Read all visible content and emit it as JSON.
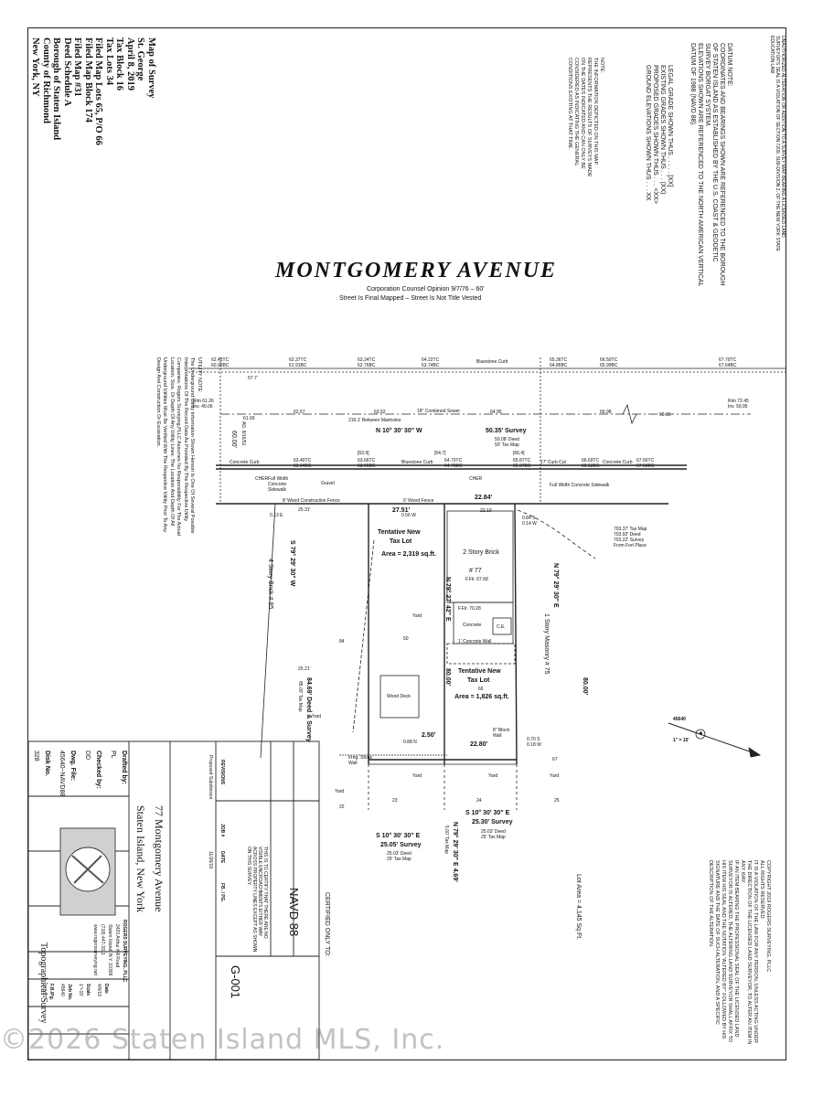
{
  "map_info": [
    "Map of Survey",
    "St. George",
    "April 8, 2019",
    "Tax Block 16",
    "Tax Lots 34",
    "Filed Map Lots 65, P/O 66",
    "Filed Map Block 174",
    "Filed Map #31",
    "Deed Schedule A",
    "Borough of Staten Island",
    "County of Richmond",
    "New York, NY"
  ],
  "notes": {
    "license_note": "UNAUTHORIZED ALTERATION OR ADDITION TO A SURVEY MAP BEARING A LICENSED LAND SURVEYOR'S SEAL IS A VIOLATION OF SECTION 7209, SUB-DIVISION 2, OF THE NEW YORK STATE EDUCATION LAW.",
    "datum_title": "DATUM NOTE:",
    "datum_lines": [
      "COORDINATES AND BEARINGS SHOWN ARE REFERENCED TO THE BOROUGH",
      "OF STATEN ISLAND AS ESTABLISHED BY THE U.S. COAST & GEODETIC",
      "SURVEY BORGAT SYSTEM.",
      "ELEVATIONS SHOWN ARE REFERENCED TO THE NORTH AMERICAN VERTICAL",
      "DATUM OF 1988 (NAVD 88)."
    ],
    "grade_lines": [
      "LEGAL GRADE SHOWN THUS . . . . . [XX]",
      "EXISTING GRADES SHOWN THUS . . . (XX)",
      "PROPOSED GRADES SHOWN THUS . . . <XX>",
      "GROUND ELEVATIONS SHOWN THUS . . . XX"
    ],
    "info_title": "NOTE:",
    "info_lines": [
      "THE INFORMATION DEPICTED ON THIS MAP",
      "REPRESENTS THE RESULTS OF SURVEYS MADE",
      "ON THE DATES INDICATED AND CAN ONLY BE",
      "CONSIDERED AS INDICATING THE GENERAL",
      "CONDITIONS EXISTING AT THAT TIME."
    ],
    "utility_title": "UTILITY NOTE:",
    "utility_lines": [
      "The Underground Utility Information Shown Hereon Is One Of Several Possible",
      "Interpretations Of The Record Data As Provided By The Respective Utility",
      "Companies. Rogers Surveying,PLLC Assumes No Responsibility For The Actual",
      "Location, Size, Or Depth Of Any Utility Lines. The Location And Depth Of All",
      "Underground Utilities Must Be Verified With The Respective Utility Prior To Any",
      "Design And Construction Or Excavation."
    ],
    "copyright_lines": [
      "COPYRIGHT 2019 ROGERS SURVEYING, PLLC",
      "ALL RIGHTS RESERVED",
      "IT IS A VIOLATION OF THE LAW FOR ANY PERSON, UNLESS ACTING UNDER",
      "THE DIRECTION OF THE LICENSED LAND SURVEYOR, TO ALTER AN ITEM IN",
      "ANY WAY.",
      "IF AN ITEM BEARING THE PROFESSIONAL SEAL OF THE LICENSED LAND",
      "SURVEYOR IS ALTERED, THE ALTERING LAND SURVEYOR SHALL AFFIX TO",
      "HIS ITEM HIS SEAL AND THE NOTATION \"ALTERED BY\" FOLLOWED BY HIS",
      "SIGNATURE AND THE DATE OF SUCH ALTERATION, AND A SPECIFIC",
      "DESCRIPTION OF THE ALTERATION."
    ]
  },
  "street": {
    "name": "MONTGOMERY AVENUE",
    "opinion": "Corporation Counsel Opinion 9/7/76 – 60'",
    "status": "Street Is Final Mapped – Street Is Not Title Vested"
  },
  "plan": {
    "curb_north": [
      "62.43TC",
      "62.37TC",
      "63.24TC",
      "64.22TC",
      "65.36TC",
      "66.50TC",
      "67.70TC"
    ],
    "curb_north_bc": [
      "60.95BC",
      "61.91BC",
      "62.76BC",
      "63.74BC",
      "64.86BC",
      "65.99BC",
      "67.64BC"
    ],
    "bluestone_curb": "Bluestone Curb",
    "dim_57": "57.7'",
    "rim_left": "Rim 61.26",
    "inv_left": "Inv. 49.06",
    "rim_right": "Rim 72.45",
    "inv_right": "Inv. 59.95",
    "sewer": "18\" Combined Sewer",
    "between_manholes": "216.1' Between Manholes",
    "elev_row": [
      "61.69",
      "62.67",
      "63.52",
      "64.95",
      "66.98",
      "68.15"
    ],
    "width_60": "60.00'",
    "ad_note": "AD. 8/16/51",
    "bearing_north": "N 10° 30' 30\" W",
    "survey_north": "50.35' Survey",
    "deed_north": "50.08' Deed",
    "tax_north": "50' Tax Map",
    "legal_grades": [
      "[63.9]",
      "[64.7]",
      "[66.4]"
    ],
    "concrete_curb": "Concrete Curb",
    "curb_cut": "17' Curb Cut",
    "curb_south": [
      "63.40TC",
      "63.66TC",
      "64.70TC",
      "65.87TC",
      "66.69TC",
      "67.66TC"
    ],
    "curb_south_bc": [
      "63.14BC",
      "63.66BC",
      "64.70BC",
      "65.37BC",
      "66.53BC",
      "67.50BC"
    ],
    "sidewalk_left": "Full Width Concrete Sidewalk",
    "sidewalk_right": "Full Width Concrete Sidewalk",
    "gravel": "Gravel",
    "cher": "CHER",
    "wood_fence_const": "8' Wood Construction Fence",
    "wood_fence": "6' Wood Fence",
    "front_left": "25.31'",
    "front_27": "27.51'",
    "front_22": "22.84'",
    "small_vals": [
      "0.13 E",
      "0.56 W",
      "22.10",
      "0.84 S",
      "0.14 W",
      "0.88 N",
      "0.70 S",
      "0.18 W"
    ],
    "tentative1": "Tentative New",
    "tax_lot": "Tax Lot",
    "area1": "Area = 2,319 sq.ft.",
    "tentative2": "Tentative New",
    "tax_lot2": "Tax Lot",
    "lot66": "66",
    "area2": "Area = 1,826 sq.ft.",
    "brick_2story": "2 Story Brick",
    "house_no": "# 77",
    "ffl": "F.Flr. 67.68",
    "ffl2": "F.Flr. 70.28",
    "brick_4story": "4 Story Brick # 85",
    "masonry": "1 Story Masonry # 75",
    "bearing_west": "S 79° 29' 30\" W",
    "bearing_mid": "N 79° 27' 42\" E",
    "bearing_east": "N 79° 29' 30\" E",
    "len_east": "80.00'",
    "len_mid": "80.00'",
    "deed_left": "84.69' Deed & Survey",
    "tax_left": "85.00' Tax Map",
    "yard": "Yard",
    "concrete": "Concrete",
    "ce": "C.E.",
    "concrete_wall": "1' Concrete Wall",
    "wood_deck": "Wood Deck",
    "block_wall": "8\" Block Wall",
    "dim_25_21": "25.21'",
    "dim_2_50": "2.50'",
    "dim_22_80": "22.80'",
    "lot_nums": [
      "84",
      "50",
      "67",
      "23",
      "24",
      "25",
      "22"
    ],
    "tax_right_1": "703.37' Tax Map",
    "tax_right_2": "703.92' Deed",
    "tax_right_3": "703.22' Survey",
    "from_fort": "From Fort Place",
    "bearing_south_1": "S 10° 30' 30\" E",
    "survey_south_1": "25.05' Survey",
    "deed_south_1": "25.03' Deed",
    "tax_south_1": "25' Tax Map",
    "bearing_south_2": "S 10° 30' 30\" E",
    "survey_south_2": "25.30' Survey",
    "deed_south_2": "25.03' Deed",
    "tax_south_2": "25' Tax Map",
    "offset_note": "N 79° 29' 30\" E 4.69'",
    "offset_tax": "5.00' Tax Map",
    "irreg_wall": "Irreg. Stone Wall",
    "lot_area": "Lot Area = 4,145 Sq.Ft.",
    "scale_num": "45640",
    "scale_label": "1\" = 15'"
  },
  "certified": "CERTIFIED ONLY TO:",
  "navd": "NAVD 88",
  "title_block": {
    "drafted_label": "Drafted by:",
    "drafted_val": "PL",
    "checked_label": "Checked by:",
    "checked_val": "DD",
    "dwg_label": "Dwg. File:",
    "dwg_val": "45640~NAVD88",
    "disk_label": "Disk No.",
    "disk_val": "328",
    "address_1": "77 Montgomery Avenue",
    "address_2": "Staten Island, New York",
    "survey_type": "Topographical Survey",
    "company": "ROGERS SURVEYING, PLLC",
    "company_addr": [
      "2420 Arthur Kill Road",
      "Staten Island, N.Y. 10309",
      "(718) 447-3311"
    ],
    "website": "www.rogerssurveying.net",
    "revisions": "REVISIONS",
    "job": "JOB #",
    "date": "DATE",
    "fb": "FB. / PG.",
    "proposed_sub": "Proposed Subdivision",
    "rev_date": "11/26/19",
    "date_label": "Date",
    "date_val": "4/8/19",
    "scale_label": "Scale",
    "scale_val": "1\"=15'",
    "jobno_label": "Job No.",
    "jobno_val": "45640",
    "fb_label": "F.B./Pg.",
    "fb_val": "107/23",
    "sheet_no": "G-001",
    "certify_text": "THIS IS TO CERTIFY THAT THERE ARE NO VISIBLE ENCROACHMENTS EITHER WAY ACROSS PROPERTY LINES EXCEPT AS SHOWN ON THIS SURVEY."
  },
  "watermark": "©2026 Staten Island MLS, Inc."
}
